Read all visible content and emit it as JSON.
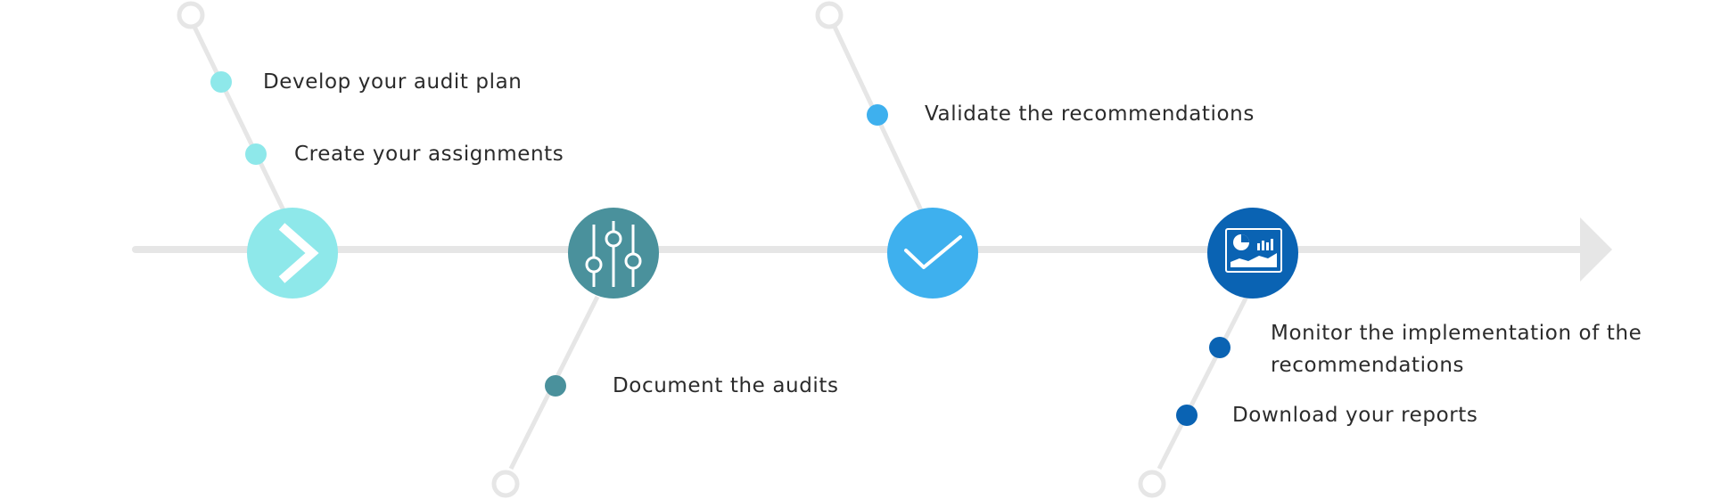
{
  "diagram": {
    "colors": {
      "track": "#e6e6e6",
      "cyan": "#8ee8ea",
      "teal": "#4a919c",
      "sky": "#3eb0ee",
      "navy": "#0a63b3"
    },
    "steps": [
      {
        "icon": "chevron-right-icon",
        "color": "cyan"
      },
      {
        "icon": "sliders-icon",
        "color": "teal"
      },
      {
        "icon": "checkmark-icon",
        "color": "sky"
      },
      {
        "icon": "dashboard-icon",
        "color": "navy"
      }
    ],
    "items": {
      "develop": "Develop your audit plan",
      "create": "Create your assignments",
      "document": "Document the audits",
      "validate": "Validate the recommendations",
      "monitor": "Monitor the implementation of the recommendations",
      "download": "Download your reports"
    }
  }
}
